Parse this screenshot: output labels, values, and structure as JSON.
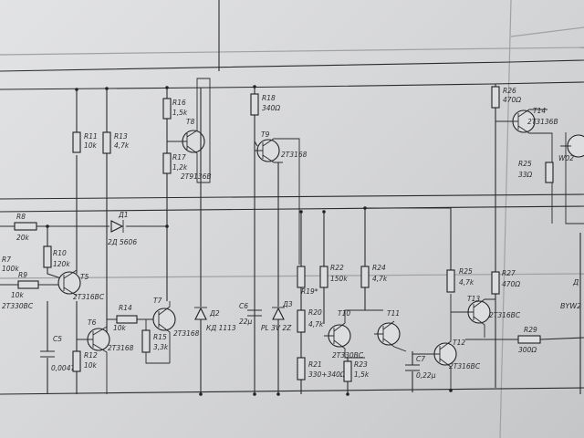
{
  "document": {
    "paper_color": "#d8d9db",
    "ink_color": "#2a2b2d"
  },
  "labels": {
    "R11": "R11",
    "R11v": "10k",
    "R13": "R13",
    "R13v": "4,7k",
    "R16": "R16",
    "R16v": "1,5k",
    "R17": "R17",
    "R17v": "1,2k",
    "T8": "T8",
    "T8t": "2T9136B",
    "R18": "R18",
    "R18v": "340Ω",
    "T9": "T9",
    "T9t": "2T3168",
    "R26": "R26",
    "R26v": "470Ω",
    "T14": "T14",
    "T14t": "2T3136B",
    "R25a": "R25",
    "R25av": "33Ω",
    "W02": "W02",
    "R8": "R8",
    "R8v": "20k",
    "D1": "Д1",
    "D1t": "2Д 5606",
    "R10": "R10",
    "R10v": "120k",
    "R7": "R7",
    "R7v": "100k",
    "R9": "R9",
    "R9v": "10k",
    "T5": "T5",
    "T5t": "2T316BC",
    "T6": "T6",
    "T6t": "2T3168",
    "Q2T": "2T330BC",
    "C5": "C5",
    "C5v": "0,0047",
    "R12": "R12",
    "R12v": "10k",
    "R14": "R14",
    "R14v": "10k",
    "T7": "T7",
    "T7t": "2T3168",
    "R15": "R15",
    "R15v": "3,3k",
    "D2": "Д2",
    "D2t": "КД 1113",
    "C6": "C6",
    "C6v": "22μ",
    "D3": "Д3",
    "D3t": "PL 3V 2Z",
    "R19": "R19*",
    "R20": "R20",
    "R20v": "4,7k",
    "R22": "R22",
    "R22v": "150k",
    "R24": "R24",
    "R24v": "4,7k",
    "T10": "T10",
    "T10t": "2T330BC",
    "T11": "T11",
    "R21": "R21",
    "R21v": "330+340Ω",
    "R23": "R23",
    "R23v": "1,5k",
    "C7": "C7",
    "C7v": "0,22μ",
    "T12": "T12",
    "T12t": "2T316BC",
    "R25": "R25",
    "R25v": "4,7k",
    "R27": "R27",
    "R27v": "470Ω",
    "T13": "T13",
    "T13t": "2T316BC",
    "R29": "R29",
    "R29v": "300Ω",
    "BYW": "BYW2",
    "D_edge": "Д"
  }
}
